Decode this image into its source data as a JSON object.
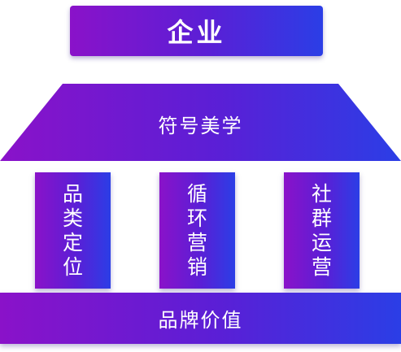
{
  "top": {
    "label": "企业"
  },
  "roof": {
    "label": "符号美学"
  },
  "pillars": [
    {
      "label": "品类定位"
    },
    {
      "label": "循环营销"
    },
    {
      "label": "社群运营"
    }
  ],
  "base": {
    "label": "品牌价值"
  },
  "colors": {
    "gradient_start": "#8a12c9",
    "gradient_mid": "#5a1fd6",
    "gradient_end": "#2b3ee6",
    "text": "#ffffff"
  }
}
